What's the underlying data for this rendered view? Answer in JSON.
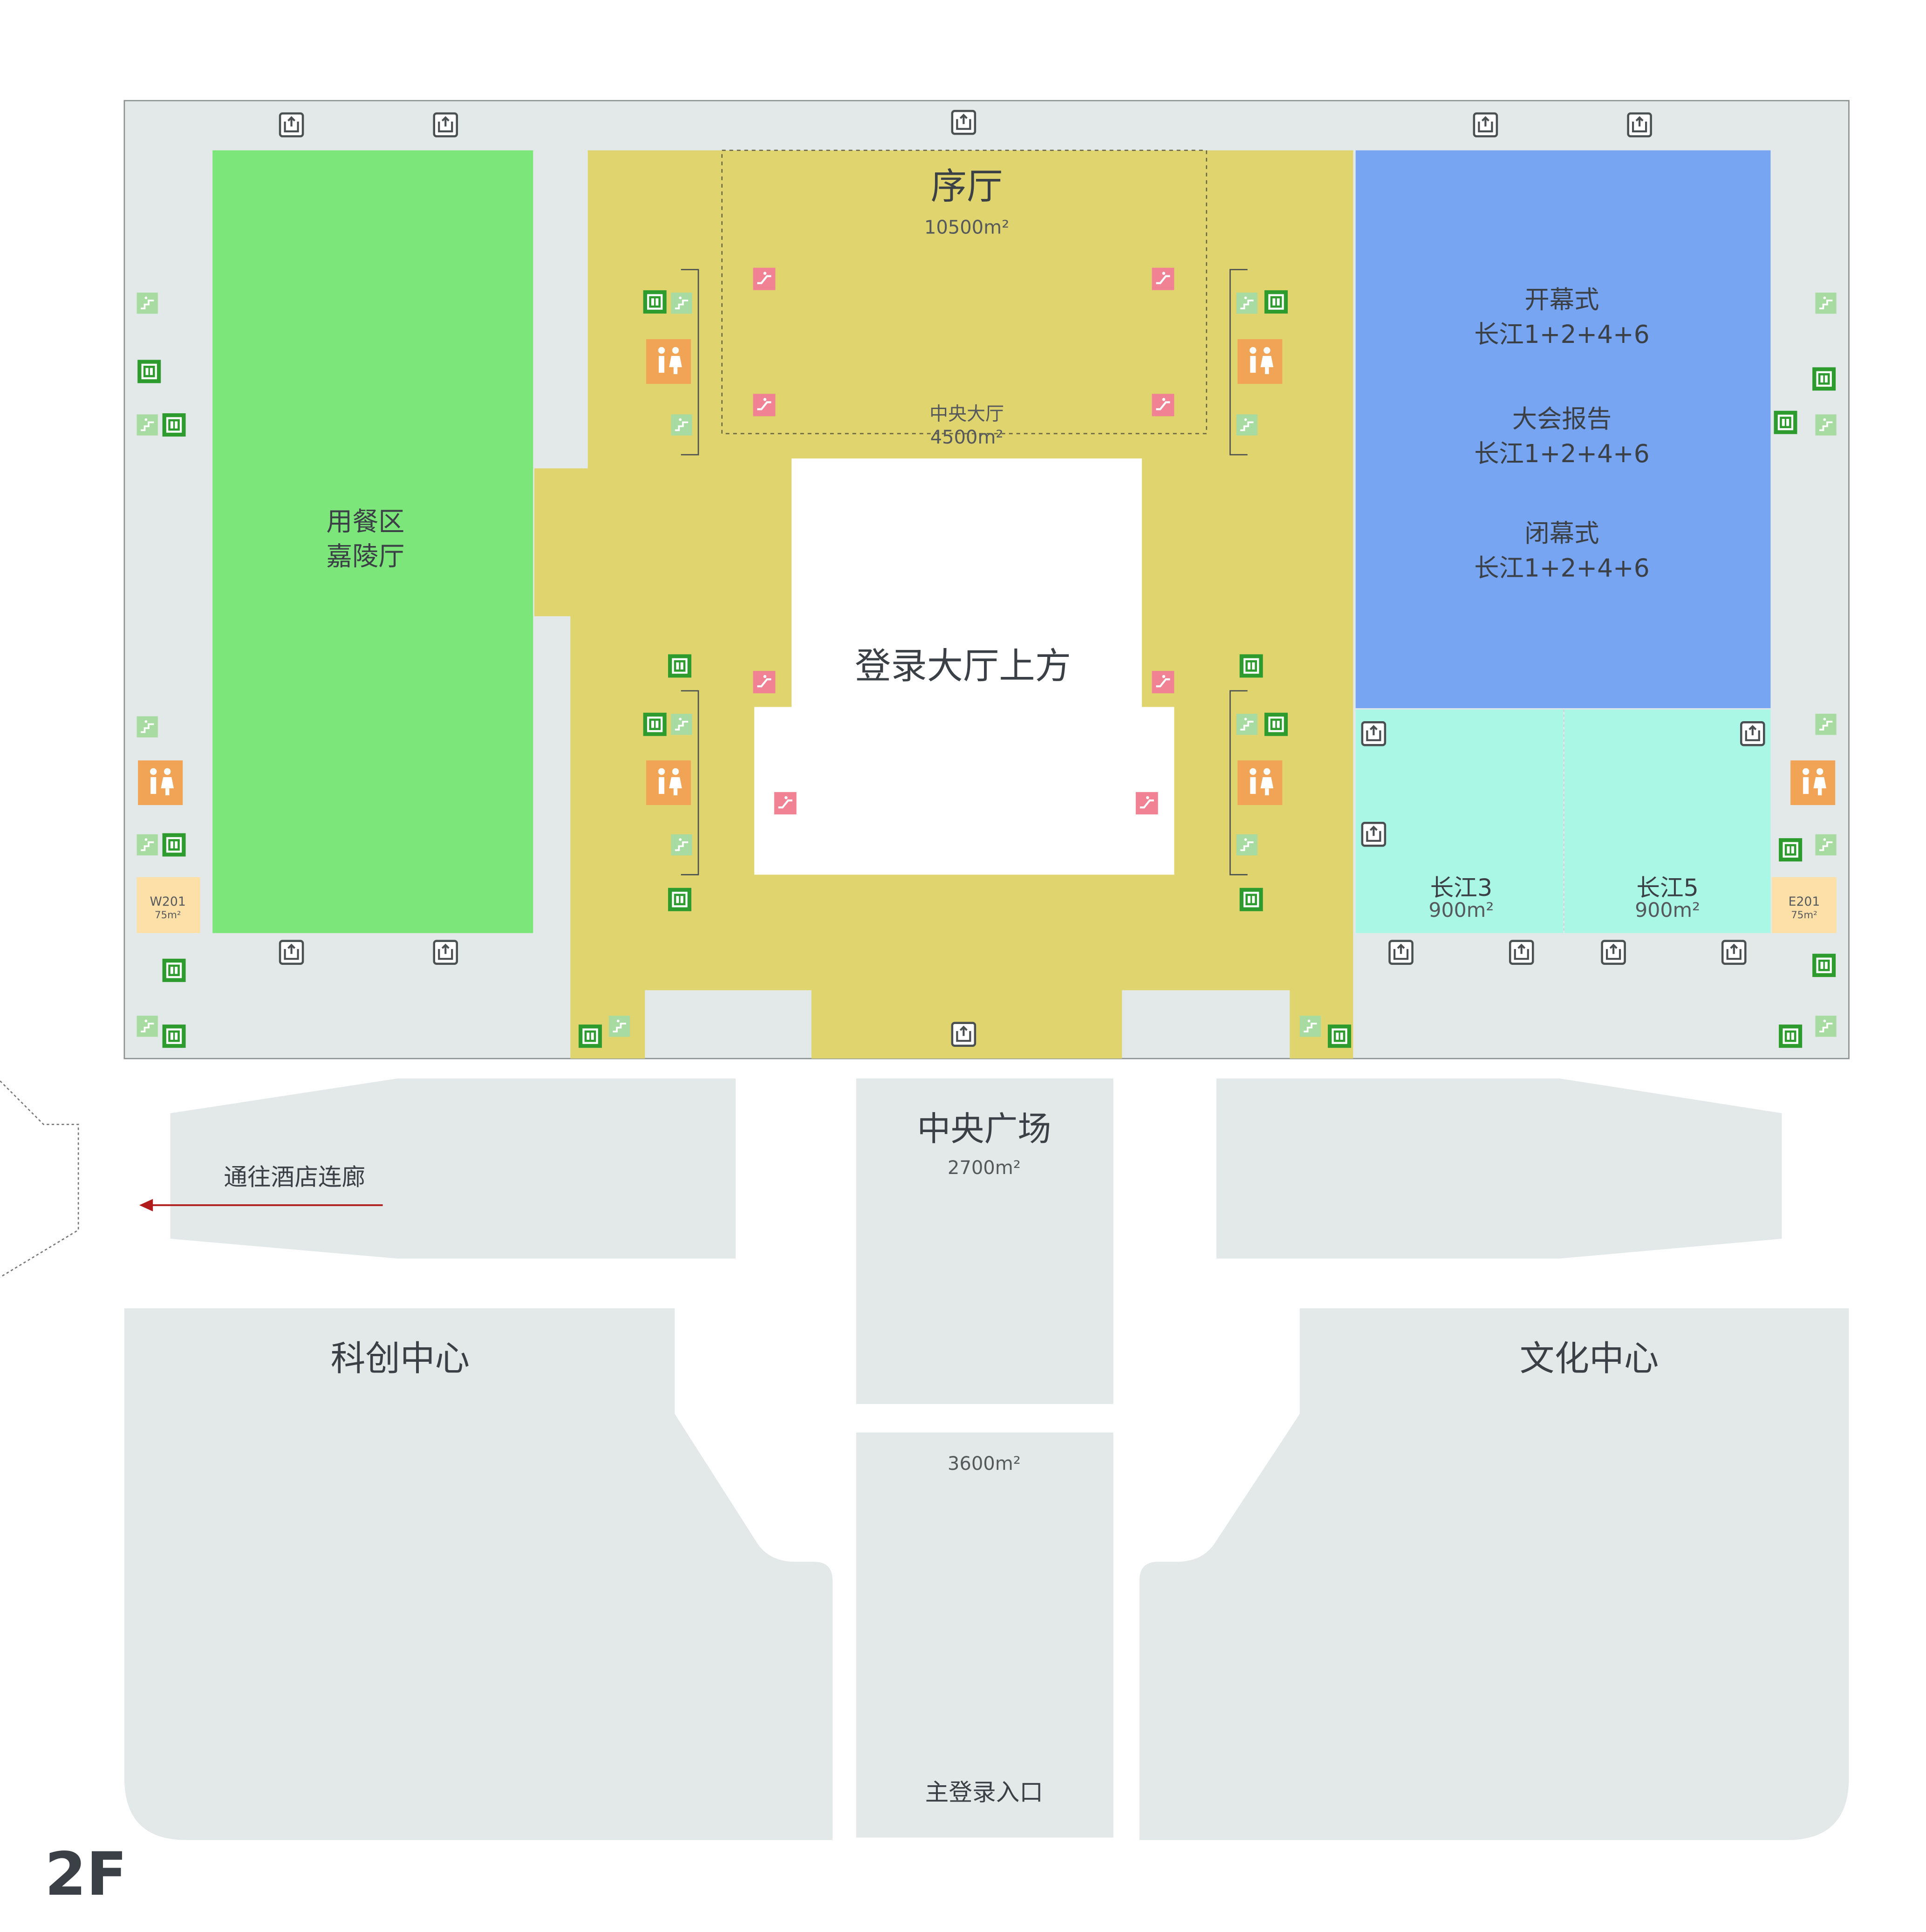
{
  "floor": "2F",
  "colors": {
    "background": "#ffffff",
    "area": "#e3e9e8",
    "dining": "#7de67a",
    "lobby": "#dfd46d",
    "conference": "#78a5f1",
    "meeting_small": "#aaf7e5",
    "room_small": "#fddfa8",
    "escalator": "#f08294",
    "elevator": "#2d9b2e",
    "stairs": "#a8dba2",
    "restroom": "#f2a456",
    "route_arrow": "#b01c1c"
  },
  "icons": {
    "elevator": "elevator-icon",
    "escalator": "escalator-icon",
    "stairs": "stairs-icon",
    "restroom": "restroom-icon",
    "entrance_exit": "entrance-exit-icon"
  },
  "labels": {
    "dining_name": "用餐区",
    "dining_hall": "嘉陵厅",
    "foyer_name": "序厅",
    "foyer_area": "10500m²",
    "central_hall_name": "中央大厅",
    "central_hall_area": "4500m²",
    "registration_above": "登录大厅上方",
    "opening_title": "开幕式",
    "opening_room": "长江1+2+4+6",
    "plenary_title": "大会报告",
    "plenary_room": "长江1+2+4+6",
    "closing_title": "闭幕式",
    "closing_room": "长江1+2+4+6",
    "cj3_name": "长江3",
    "cj3_area": "900m²",
    "cj5_name": "长江5",
    "cj5_area": "900m²",
    "w201_name": "W201",
    "w201_area": "75m²",
    "e201_name": "E201",
    "e201_area": "75m²",
    "hotel_corridor": "通往酒店连廊",
    "central_plaza_name": "中央广场",
    "central_plaza_area": "2700m²",
    "plaza_lower_area": "3600m²",
    "main_entrance": "主登录入口",
    "innovation_center": "科创中心",
    "culture_center": "文化中心"
  }
}
